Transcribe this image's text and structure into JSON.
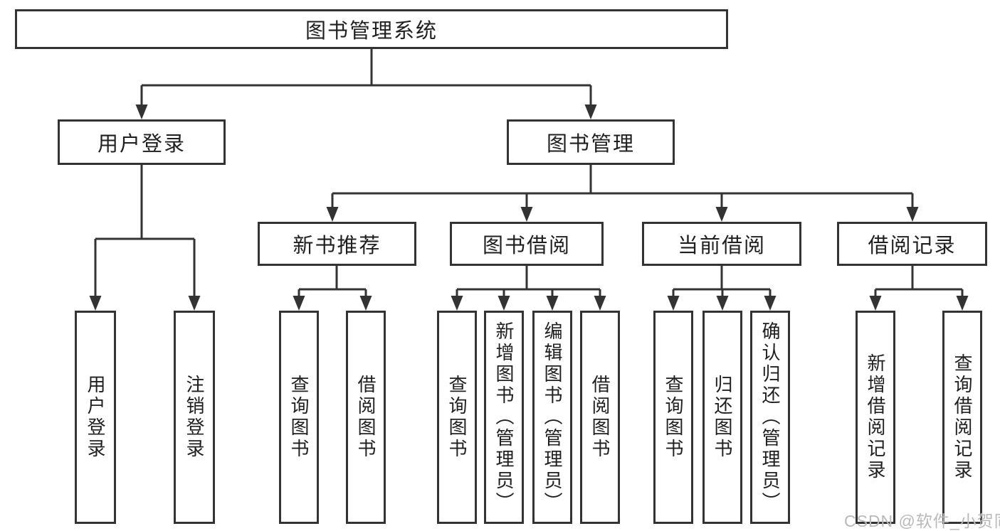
{
  "diagram": {
    "root": {
      "label": "图书管理系统"
    },
    "branches": [
      {
        "label": "用户登录",
        "children": [
          {
            "label": "用户登录"
          },
          {
            "label": "注销登录"
          }
        ]
      },
      {
        "label": "图书管理",
        "children": [
          {
            "label": "新书推荐",
            "children": [
              {
                "label": "查询图书"
              },
              {
                "label": "借阅图书"
              }
            ]
          },
          {
            "label": "图书借阅",
            "children": [
              {
                "label": "查询图书"
              },
              {
                "label": "新增图书（管理员）"
              },
              {
                "label": "编辑图书（管理员）"
              },
              {
                "label": "借阅图书"
              }
            ]
          },
          {
            "label": "当前借阅",
            "children": [
              {
                "label": "查询图书"
              },
              {
                "label": "归还图书"
              },
              {
                "label": "确认归还（管理员）"
              }
            ]
          },
          {
            "label": "借阅记录",
            "children": [
              {
                "label": "新增借阅记录"
              },
              {
                "label": "查询借阅记录"
              }
            ]
          }
        ]
      }
    ],
    "watermark": "CSDN @软件_小贺同学",
    "colors": {
      "line": "#333333",
      "text": "#1f1f1f",
      "watermark": "#b9b9b9",
      "background": "#ffffff"
    }
  }
}
